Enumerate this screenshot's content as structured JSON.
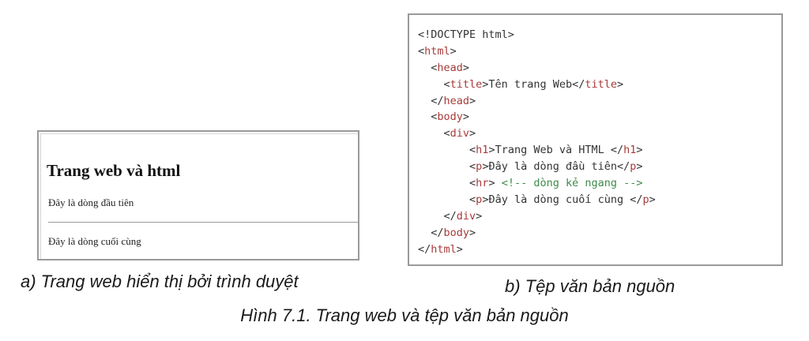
{
  "browser_view": {
    "heading": "Trang web và html",
    "paragraph_1": "Đây là dòng đầu tiên",
    "paragraph_2": "Đây là dòng cuối cùng"
  },
  "source_code": {
    "lines": [
      {
        "indent": "",
        "parts": [
          {
            "t": "<!DOCTYPE html>",
            "c": "punct"
          }
        ]
      },
      {
        "indent": "",
        "parts": [
          {
            "t": "<",
            "c": "punct"
          },
          {
            "t": "html",
            "c": "tag"
          },
          {
            "t": ">",
            "c": "punct"
          }
        ]
      },
      {
        "indent": "  ",
        "parts": [
          {
            "t": "<",
            "c": "punct"
          },
          {
            "t": "head",
            "c": "tag"
          },
          {
            "t": ">",
            "c": "punct"
          }
        ]
      },
      {
        "indent": "    ",
        "parts": [
          {
            "t": "<",
            "c": "punct"
          },
          {
            "t": "title",
            "c": "tag"
          },
          {
            "t": ">Tên trang Web</",
            "c": "punct"
          },
          {
            "t": "title",
            "c": "tag"
          },
          {
            "t": ">",
            "c": "punct"
          }
        ]
      },
      {
        "indent": "  ",
        "parts": [
          {
            "t": "</",
            "c": "punct"
          },
          {
            "t": "head",
            "c": "tag"
          },
          {
            "t": ">",
            "c": "punct"
          }
        ]
      },
      {
        "indent": "  ",
        "parts": [
          {
            "t": "<",
            "c": "punct"
          },
          {
            "t": "body",
            "c": "tag"
          },
          {
            "t": ">",
            "c": "punct"
          }
        ]
      },
      {
        "indent": "    ",
        "parts": [
          {
            "t": "<",
            "c": "punct"
          },
          {
            "t": "div",
            "c": "tag"
          },
          {
            "t": ">",
            "c": "punct"
          }
        ]
      },
      {
        "indent": "        ",
        "parts": [
          {
            "t": "<",
            "c": "punct"
          },
          {
            "t": "h1",
            "c": "tag"
          },
          {
            "t": ">Trang Web và HTML </",
            "c": "punct"
          },
          {
            "t": "h1",
            "c": "tag"
          },
          {
            "t": ">",
            "c": "punct"
          }
        ]
      },
      {
        "indent": "        ",
        "parts": [
          {
            "t": "<",
            "c": "punct"
          },
          {
            "t": "p",
            "c": "tag"
          },
          {
            "t": ">Đây là dòng đầu tiên</",
            "c": "punct"
          },
          {
            "t": "p",
            "c": "tag"
          },
          {
            "t": ">",
            "c": "punct"
          }
        ]
      },
      {
        "indent": "        ",
        "parts": [
          {
            "t": "<",
            "c": "punct"
          },
          {
            "t": "hr",
            "c": "tag"
          },
          {
            "t": "> ",
            "c": "punct"
          },
          {
            "t": "<!-- dòng kẻ ngang -->",
            "c": "comment"
          }
        ]
      },
      {
        "indent": "        ",
        "parts": [
          {
            "t": "<",
            "c": "punct"
          },
          {
            "t": "p",
            "c": "tag"
          },
          {
            "t": ">Đây là dòng cuối cùng </",
            "c": "punct"
          },
          {
            "t": "p",
            "c": "tag"
          },
          {
            "t": ">",
            "c": "punct"
          }
        ]
      },
      {
        "indent": "    ",
        "parts": [
          {
            "t": "</",
            "c": "punct"
          },
          {
            "t": "div",
            "c": "tag"
          },
          {
            "t": ">",
            "c": "punct"
          }
        ]
      },
      {
        "indent": "  ",
        "parts": [
          {
            "t": "</",
            "c": "punct"
          },
          {
            "t": "body",
            "c": "tag"
          },
          {
            "t": ">",
            "c": "punct"
          }
        ]
      },
      {
        "indent": "",
        "parts": [
          {
            "t": "</",
            "c": "punct"
          },
          {
            "t": "html",
            "c": "tag"
          },
          {
            "t": ">",
            "c": "punct"
          }
        ]
      }
    ]
  },
  "captions": {
    "a": "a) Trang web hiển thị bởi trình duyệt",
    "b": "b) Tệp văn bản nguồn",
    "figure": "Hình 7.1. Trang web và tệp văn bản nguồn"
  },
  "colors": {
    "tag": "#a83a3a",
    "comment": "#3f8a4a",
    "border": "#9a9a9a"
  }
}
